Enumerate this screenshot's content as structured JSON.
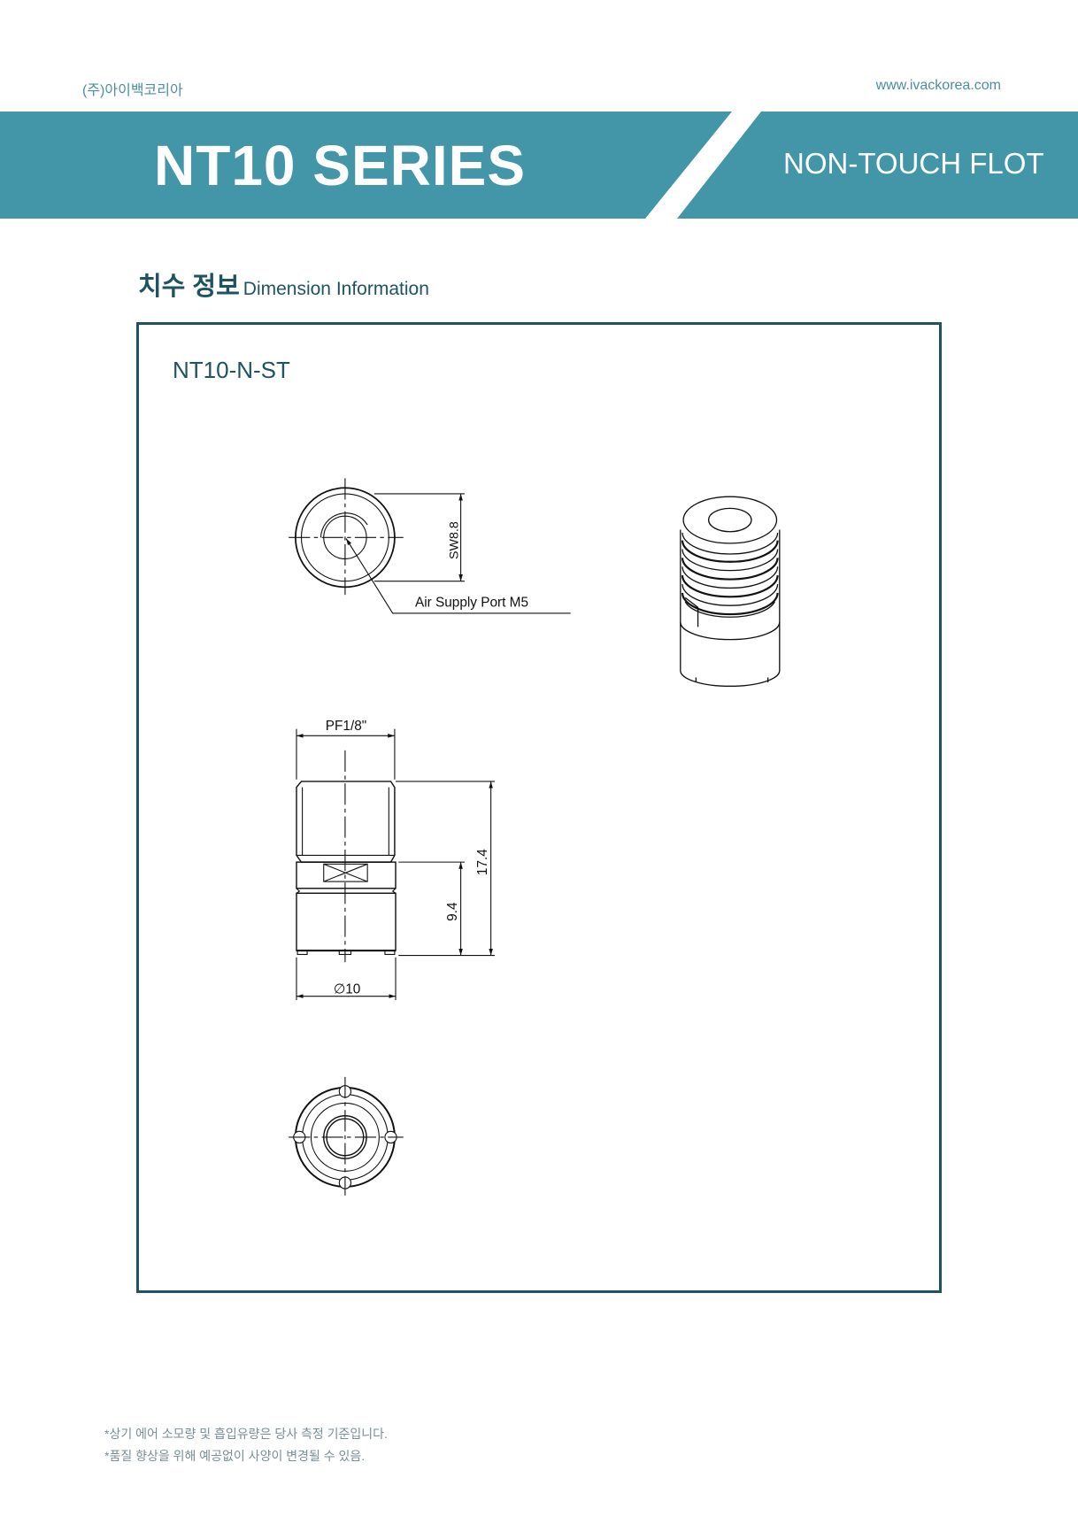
{
  "header": {
    "company": "(주)아이백코리아",
    "website": "www.ivackorea.com",
    "series_title": "NT10 SERIES",
    "product_type": "NON-TOUCH FLOT"
  },
  "section": {
    "title_ko": "치수 정보",
    "title_en": "Dimension Information"
  },
  "drawing": {
    "model": "NT10-N-ST",
    "labels": {
      "sw": "SW8.8",
      "air_port": "Air Supply Port M5",
      "thread": "PF1/8\"",
      "height_total": "17.4",
      "height_body": "9.4",
      "diameter": "∅10"
    }
  },
  "notes": [
    "*상기 에어 소모량 및 흡입유량은 당사 측정 기준입니다.",
    "*품질 향상을 위해 예공없이 사양이 변경될 수 있음."
  ],
  "colors": {
    "brand": "#4296a8",
    "dark": "#1e5461",
    "link": "#4b8f9f"
  }
}
